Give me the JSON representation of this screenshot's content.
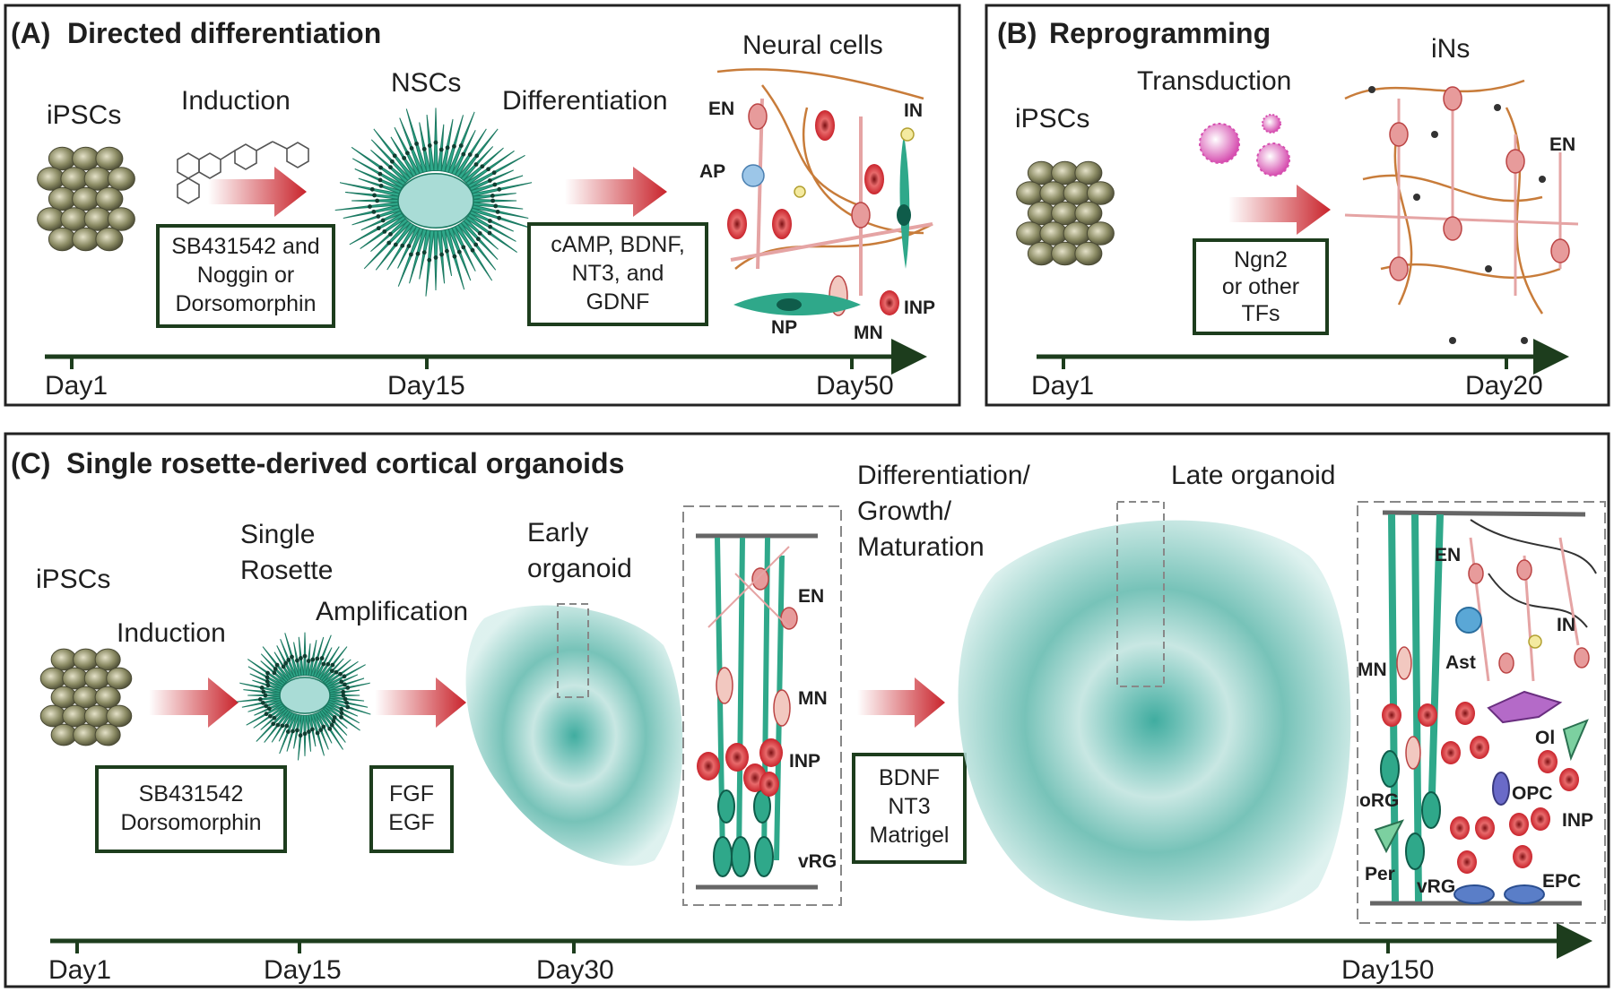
{
  "panel_a": {
    "letter": "(A)",
    "title": "Directed differentiation",
    "start_label": "iPSCs",
    "step1_label": "Induction",
    "box1_lines": [
      "SB431542 and",
      "Noggin or",
      "Dorsomorphin"
    ],
    "middle_label": "NSCs",
    "step2_label": "Differentiation",
    "box2_lines": [
      "cAMP, BDNF,",
      "NT3, and",
      "GDNF"
    ],
    "end_label": "Neural cells",
    "cell_labels": {
      "en": "EN",
      "in": "IN",
      "ap": "AP",
      "np": "NP",
      "mn": "MN",
      "inp": "INP"
    },
    "timeline": [
      "Day1",
      "Day15",
      "Day50"
    ]
  },
  "panel_b": {
    "letter": "(B)",
    "title": "Reprogramming",
    "start_label": "iPSCs",
    "step_label": "Transduction",
    "box_lines": [
      "Ngn2",
      "or other",
      "TFs"
    ],
    "end_label": "iNs",
    "cell_labels": {
      "en": "EN"
    },
    "timeline": [
      "Day1",
      "Day20"
    ]
  },
  "panel_c": {
    "letter": "(C)",
    "title": "Single rosette-derived cortical organoids",
    "start_label": "iPSCs",
    "step1_label": "Induction",
    "box1_lines": [
      "SB431542",
      "Dorsomorphin"
    ],
    "rosette_lines": [
      "Single",
      "Rosette"
    ],
    "step2_label": "Amplification",
    "box2_lines": [
      "FGF",
      "EGF"
    ],
    "early_lines": [
      "Early",
      "organoid"
    ],
    "early_cells": {
      "en": "EN",
      "mn": "MN",
      "inp": "INP",
      "vrg": "vRG"
    },
    "growth_lines": [
      "Differentiation/",
      "Growth/",
      "Maturation"
    ],
    "box3_lines": [
      "BDNF",
      "NT3",
      "Matrigel"
    ],
    "late_label": "Late organoid",
    "late_cells": {
      "en": "EN",
      "mn": "MN",
      "ast": "Ast",
      "in": "IN",
      "ol": "Ol",
      "org": "oRG",
      "opc": "OPC",
      "inp": "INP",
      "per": "Per",
      "vrg": "vRG",
      "epc": "EPC"
    },
    "timeline": [
      "Day1",
      "Day15",
      "Day30",
      "Day150"
    ]
  },
  "colors": {
    "timeline": "#1d3d1d",
    "box_border": "#1d3d1d",
    "arrow_red": "#c9242c",
    "nsc_green": "#2fa88a",
    "cell_red": "#d9363b",
    "neuron_pink": "#e8a0a0",
    "organoid": "#9fd3cc",
    "virus": "#d64fb0",
    "ipsc": "#8a8a63"
  }
}
